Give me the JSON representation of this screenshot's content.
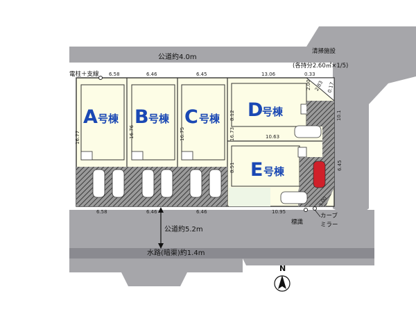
{
  "roads": {
    "north": "公道約4.0m",
    "south": "公道約5.2m",
    "waterway": "水路(暗渠)約1.4m"
  },
  "annotations": {
    "pole": "電柱＋支線",
    "garbage": "清掃施設",
    "garbage_share": "(各持分2.60㎡×1/5)",
    "sign": "標識",
    "mirror_line1": "カーブ",
    "mirror_line2": "ミラー",
    "north": "N"
  },
  "units": [
    {
      "letter": "A",
      "suffix": "号棟"
    },
    {
      "letter": "B",
      "suffix": "号棟"
    },
    {
      "letter": "C",
      "suffix": "号棟"
    },
    {
      "letter": "D",
      "suffix": "号棟"
    },
    {
      "letter": "E",
      "suffix": "号棟"
    }
  ],
  "dimensions": {
    "a_top": "6.58",
    "b_top": "6.46",
    "c_top": "6.45",
    "d_top": "13.06",
    "g_top": "0.33",
    "g_left": "2.00",
    "g_diag": "2.83",
    "g_right": "0.17",
    "a_left": "16.77",
    "a_right": "16.76",
    "b_right": "16.75",
    "c_right": "16.73",
    "d_right": "10.1",
    "d_left": "8.12",
    "d_bottom": "10.63",
    "e_left": "8.51",
    "e_right": "6.45",
    "e_bottom": "10.95",
    "e_diag": "3.00",
    "a_bottom": "6.58",
    "b_bottom": "6.46",
    "c_bottom": "6.46"
  },
  "colors": {
    "road": "#a6a6aa",
    "lot": "#fdfde6",
    "lot_green": "#eef6e6",
    "parking_hatch": "#6e6e6e",
    "label_blue": "#1a48b4",
    "car_red": "#d0202a"
  }
}
